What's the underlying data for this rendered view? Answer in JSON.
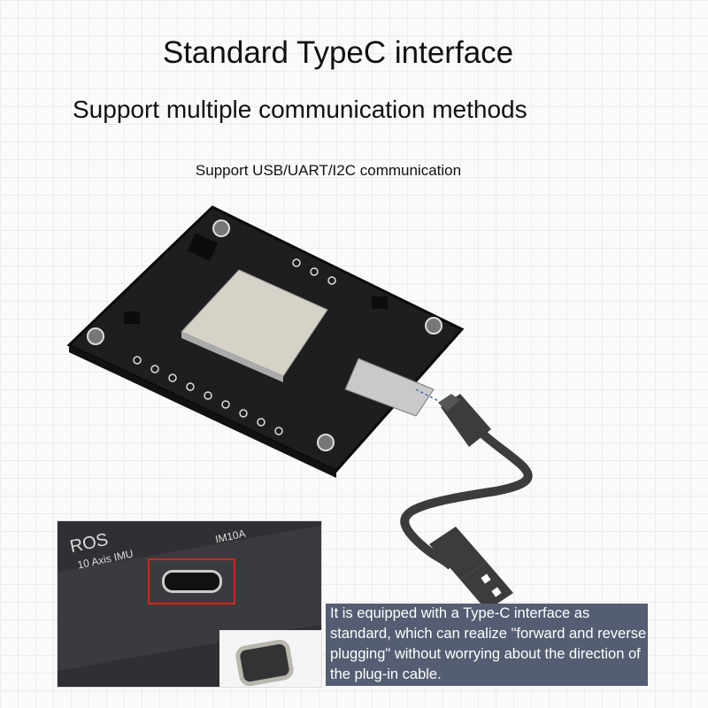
{
  "title": "Standard TypeC interface",
  "subtitle": "Support multiple communication methods",
  "note": "Support USB/UART/I2C communication",
  "photo": {
    "brand": "ROS",
    "model_line": "10 Axis IMU",
    "model": "IM10A"
  },
  "caption": "It is equipped with a Type-C interface as standard, which can realize \"forward and reverse plugging\" without worrying about the direction of the plug-in cable.",
  "colors": {
    "highlight": "#e0201c",
    "caption_bg": "#555d72",
    "board": "#1e1e1e",
    "cable": "#3c3c3c"
  }
}
